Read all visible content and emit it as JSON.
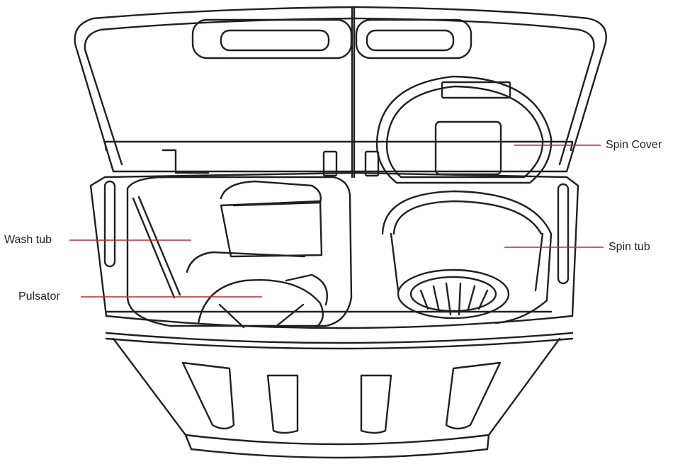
{
  "labels": {
    "wash_tub": "Wash tub",
    "pulsator": "Pulsator",
    "spin_cover": "Spin Cover",
    "spin_tub": "Spin tub"
  },
  "colors": {
    "outline": "#231f20",
    "leader": "#c4262e",
    "background": "#ffffff"
  }
}
